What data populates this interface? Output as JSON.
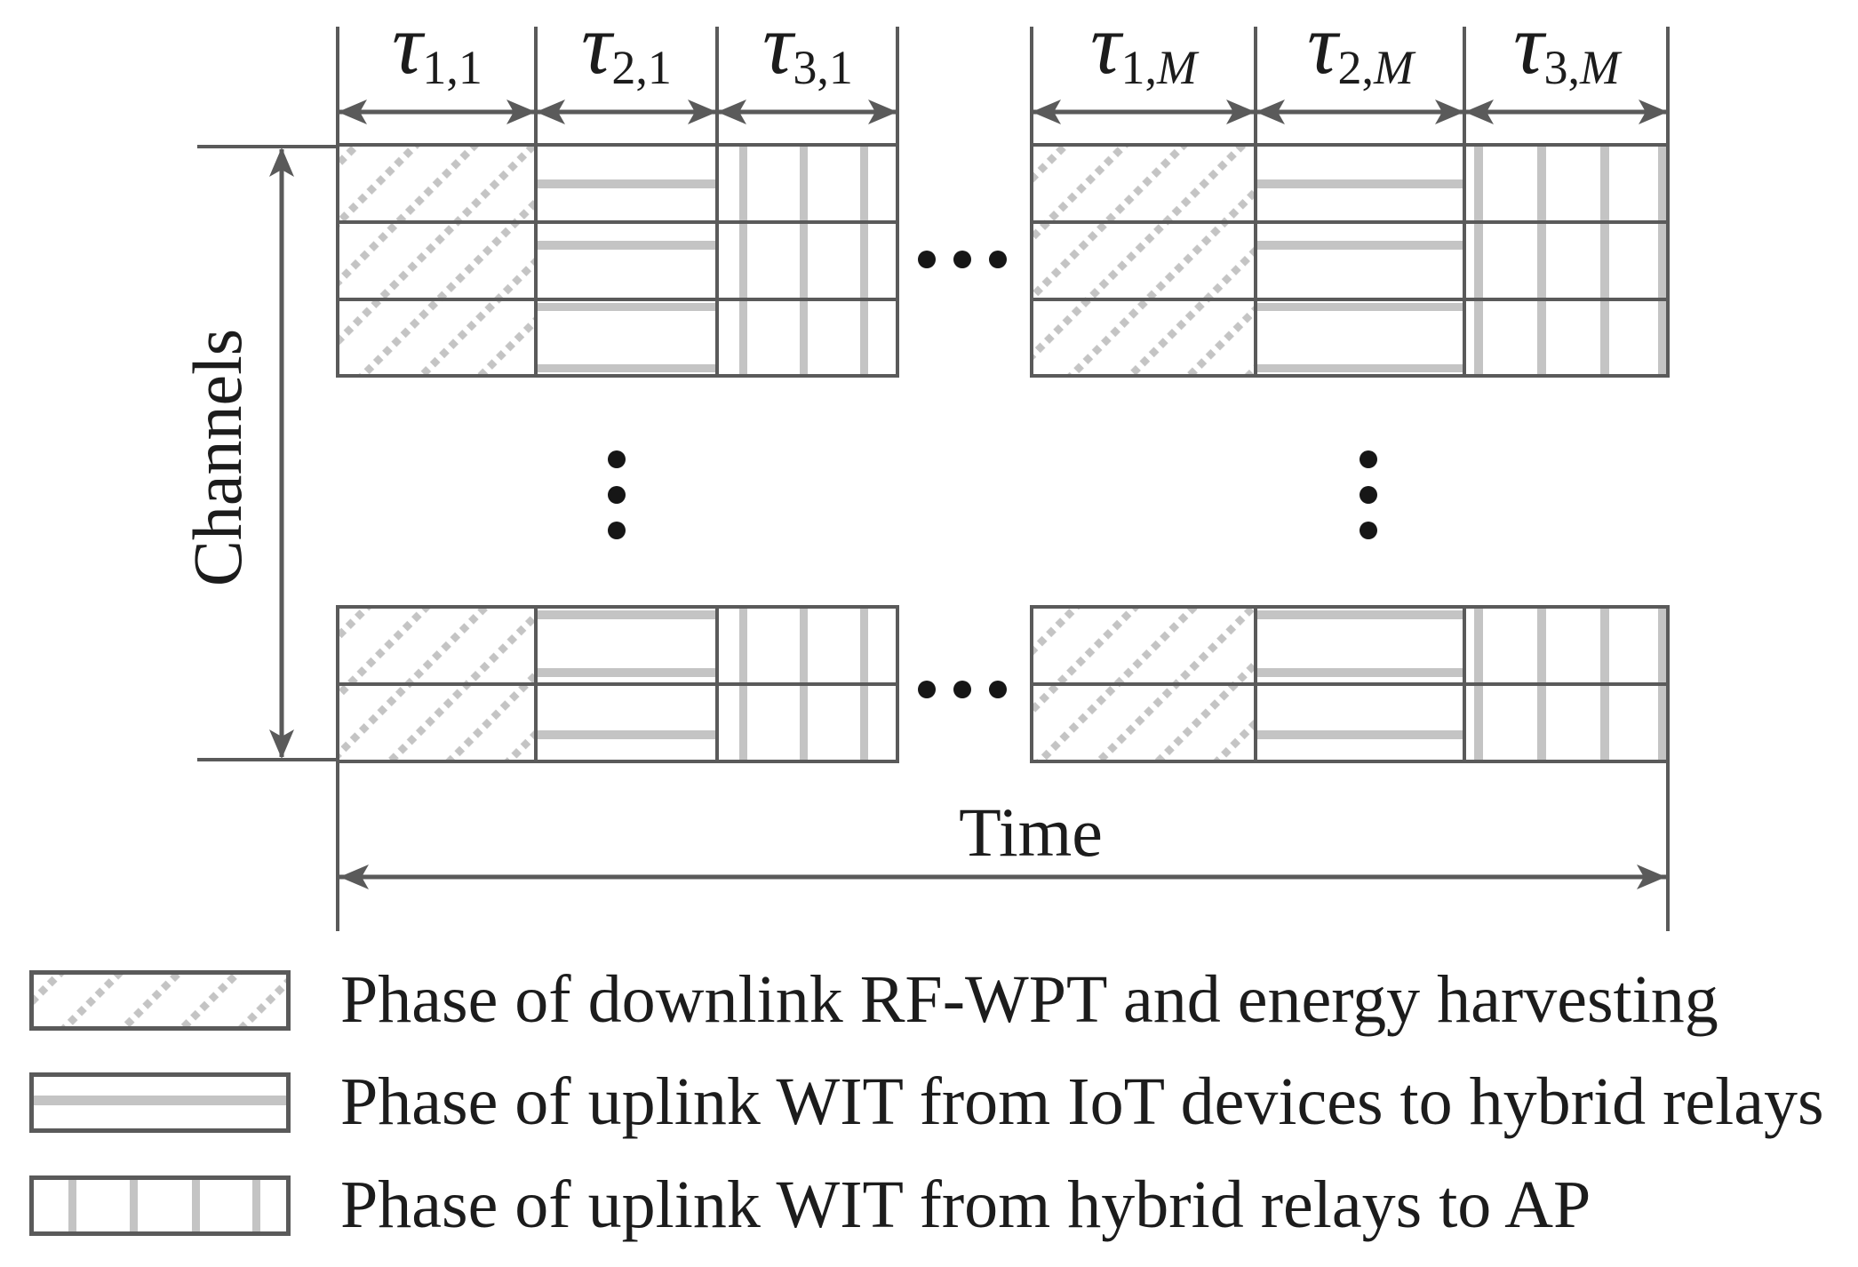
{
  "figure": {
    "axes": {
      "vertical": "Channels",
      "horizontal": "Time"
    },
    "tau_labels": [
      {
        "symbol": "τ",
        "sub": "1,1",
        "sub_italic": ""
      },
      {
        "symbol": "τ",
        "sub": "2,1",
        "sub_italic": ""
      },
      {
        "symbol": "τ",
        "sub": "3,1",
        "sub_italic": ""
      },
      {
        "symbol": "τ",
        "sub": "1,",
        "sub_italic": "M"
      },
      {
        "symbol": "τ",
        "sub": "2,",
        "sub_italic": "M"
      },
      {
        "symbol": "τ",
        "sub": "3,",
        "sub_italic": "M"
      }
    ]
  },
  "legend": {
    "items": [
      {
        "pattern": "diagonal-hatch",
        "label": "Phase of downlink RF-WPT and energy harvesting"
      },
      {
        "pattern": "horizontal-lines",
        "label": "Phase of uplink WIT from IoT devices to hybrid relays"
      },
      {
        "pattern": "vertical-lines",
        "label": "Phase of uplink WIT from hybrid relays to AP"
      }
    ]
  },
  "colors": {
    "line": "#5a5a5a",
    "pattern": "#c4c4c4",
    "text": "#1c1c1c"
  }
}
